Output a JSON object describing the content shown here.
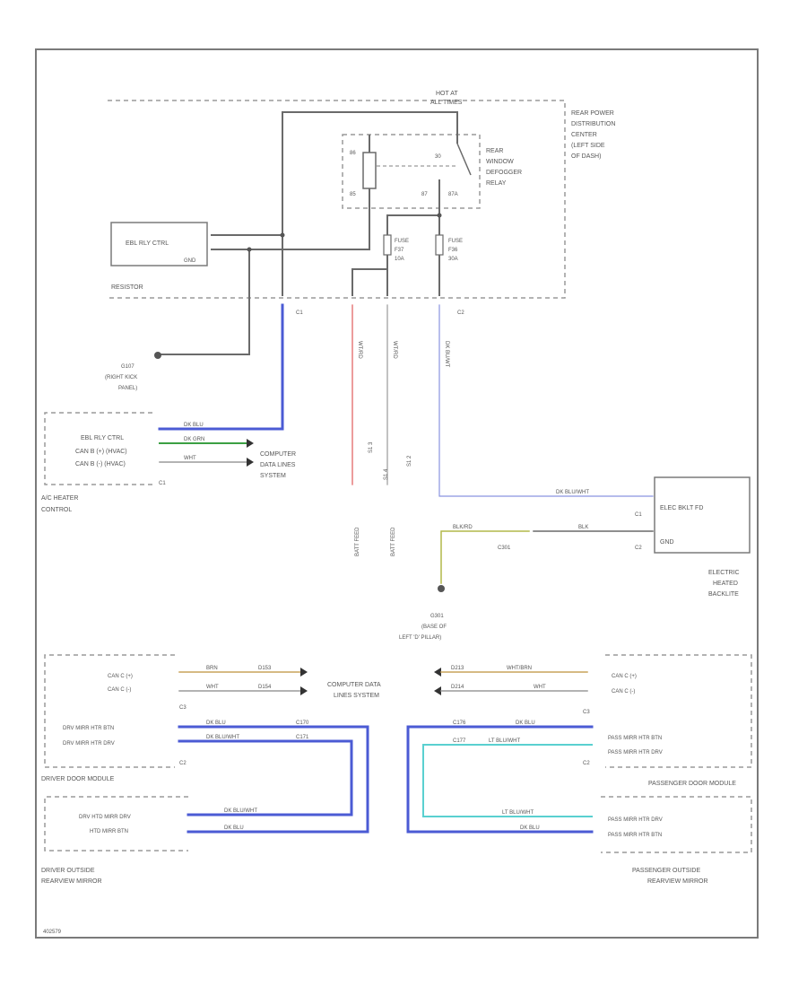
{
  "labels": {
    "hot_at_all_times": [
      "HOT AT",
      "ALL TIMES"
    ],
    "rear_pdc": [
      "REAR POWER",
      "DISTRIBUTION",
      "CENTER",
      "(LEFT SIDE",
      "OF DASH)"
    ],
    "relay": [
      "REAR",
      "WINDOW",
      "DEFOGGER",
      "RELAY"
    ],
    "resistor": "RESISTOR",
    "ebl_rly_ctrl": "EBL RLY CTRL",
    "gnd": "GND",
    "ground_g107": [
      "G107",
      "(RIGHT KICK",
      "PANEL)"
    ],
    "fuse_left": [
      "FUSE",
      "F37",
      "10A"
    ],
    "fuse_right": [
      "FUSE",
      "F36",
      "30A"
    ],
    "pin_86": "86",
    "pin_85": "85",
    "pin_30": "30",
    "pin_87": "87",
    "pin_87a": "87A",
    "conn_c1": "C1",
    "conn_c2": "C2",
    "conn_c3": "C3",
    "ac_heater_pins": [
      "EBL RLY CTRL",
      "CAN B (+) (HVAC)",
      "CAN B (-) (HVAC)"
    ],
    "ac_heater_name": [
      "A/C HEATER",
      "CONTROL"
    ],
    "computer_data_lines": [
      "COMPUTER",
      "DATA LINES",
      "SYSTEM"
    ],
    "computer_data_lines_mid": [
      "COMPUTER DATA",
      "LINES SYSTEM"
    ],
    "heated_backlite_pins": [
      "ELEC BKLT FD",
      "GND"
    ],
    "heated_backlite_name": [
      "ELECTRIC",
      "HEATED",
      "BACKLITE"
    ],
    "ground_g301": [
      "G301",
      "(BASE OF",
      "LEFT 'D' PILLAR)"
    ],
    "ground_g301_tag": "C301",
    "wire_tags_vertical": [
      "WT/RD",
      "WT/RD",
      "DK BU/WT"
    ],
    "splices": [
      "S1 3",
      "S1 4",
      "S1 2"
    ],
    "hot_labels": [
      "BATT FEED",
      "BATT FEED"
    ],
    "driver_door_pins": [
      "CAN C (+)",
      "CAN C (-)",
      "DRV MIRR HTR BTN",
      "DRV MIRR HTR DRV"
    ],
    "driver_door_name": "DRIVER DOOR MODULE",
    "driver_mirror_pins": [
      "DRV HTD MIRR DRV",
      "HTD MIRR BTN"
    ],
    "driver_mirror_name": [
      "DRIVER OUTSIDE",
      "REARVIEW MIRROR"
    ],
    "pass_door_pins": [
      "CAN C (+)",
      "CAN C (-)",
      "PASS MIRR HTR BTN",
      "PASS MIRR HTR DRV"
    ],
    "pass_door_name": "PASSENGER DOOR MODULE",
    "pass_mirror_pins": [
      "PASS MIRR HTR DRV",
      "PASS MIRR HTR BTN"
    ],
    "pass_mirror_name": [
      "PASSENGER OUTSIDE",
      "REARVIEW MIRROR"
    ],
    "wire_colors": {
      "dk_blu": "DK BLU",
      "dk_grn": "DK GRN",
      "wht": "WHT",
      "dk_blu_wht": "DK BLU/WHT",
      "lt_blu_wht": "LT BLU/WHT",
      "wht_brn": "WHT/BRN",
      "brn": "BRN",
      "blk": "BLK",
      "blk_red": "BLK/RD"
    },
    "splice_ids": [
      "D153",
      "D154",
      "D213",
      "D214",
      "C170",
      "C171",
      "C176",
      "C177"
    ],
    "figure_id": "402579"
  },
  "colors": {
    "blue": "#4b5bd4",
    "light_blue": "#8a94e0",
    "green": "#3ba043",
    "tan": "#c9a35a",
    "red": "#e05a5a",
    "gray": "#6a6a6a",
    "yellow_green": "#b2b84a",
    "cyan": "#5ad0d0"
  }
}
